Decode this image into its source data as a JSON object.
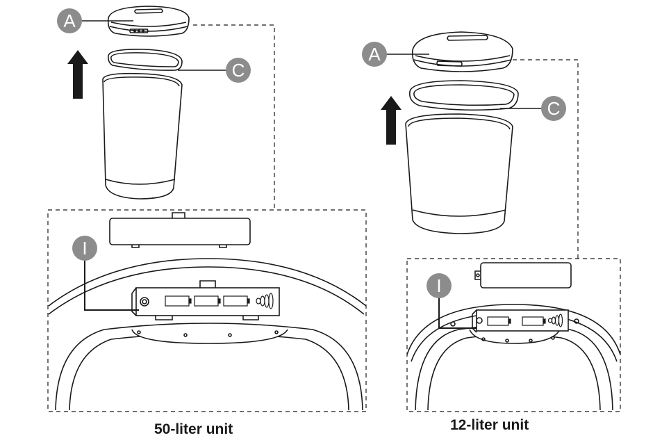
{
  "captions": {
    "left_unit": "50-liter unit",
    "right_unit": "12-liter unit"
  },
  "callouts": {
    "lid": "A",
    "liner_ring": "C",
    "battery_box": "I"
  },
  "colors": {
    "callout_fill": "#8c8c8c",
    "line": "#1a1a1a",
    "arrow": "#1a1a1a"
  },
  "icons": [
    "up-arrow-icon",
    "battery-icon",
    "spring-icon"
  ]
}
